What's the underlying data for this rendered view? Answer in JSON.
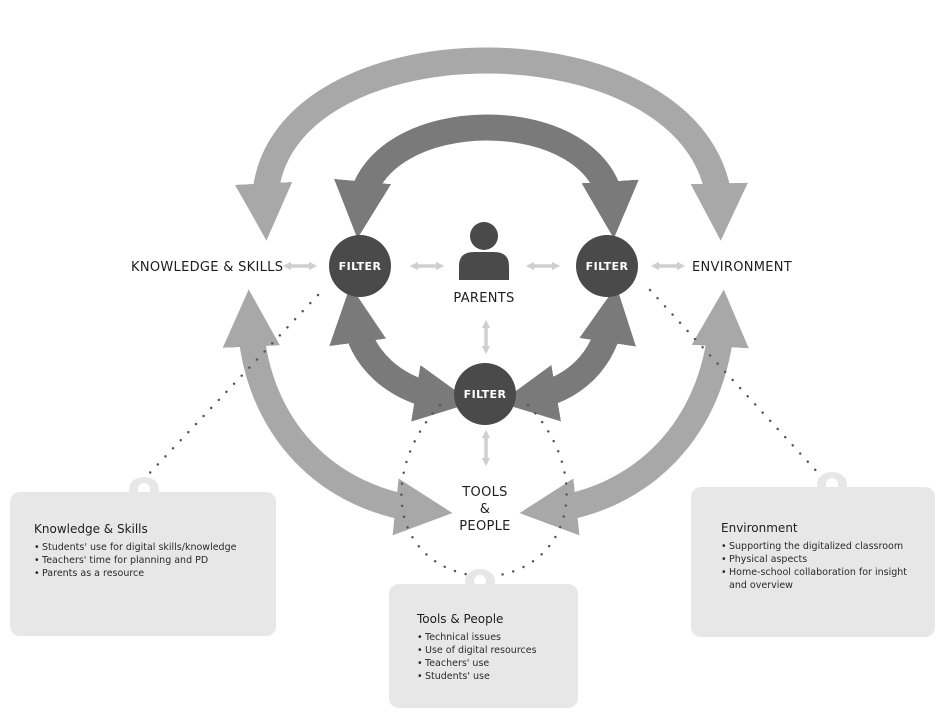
{
  "nodes": {
    "knowledge": "KNOWLEDGE & SKILLS",
    "environment": "ENVIRONMENT",
    "parents": "PARENTS",
    "tools_line1": "TOOLS",
    "tools_line2": "&",
    "tools_line3": "PEOPLE",
    "filter": "FILTER"
  },
  "boxes": {
    "knowledge": {
      "title": "Knowledge & Skills",
      "items": [
        "Students' use for digital skills/knowledge",
        "Teachers' time for planning and PD",
        "Parents as a resource"
      ]
    },
    "tools": {
      "title": "Tools & People",
      "items": [
        "Technical issues",
        "Use of digital resources",
        "Teachers' use",
        "Students' use"
      ]
    },
    "environment": {
      "title": "Environment",
      "items": [
        "Supporting the digitalized classroom",
        "Physical aspects",
        "Home-school collaboration for insight and overview"
      ]
    }
  },
  "colors": {
    "outer_arrow": "#a8a8a8",
    "inner_arrow": "#7a7a7a",
    "filter_circle": "#4a4a4a",
    "small_arrow": "#cfcfcf",
    "box_fill": "#e7e7e7"
  },
  "icons": {
    "person": "person-icon",
    "double_arrow": "double-arrow-icon"
  }
}
